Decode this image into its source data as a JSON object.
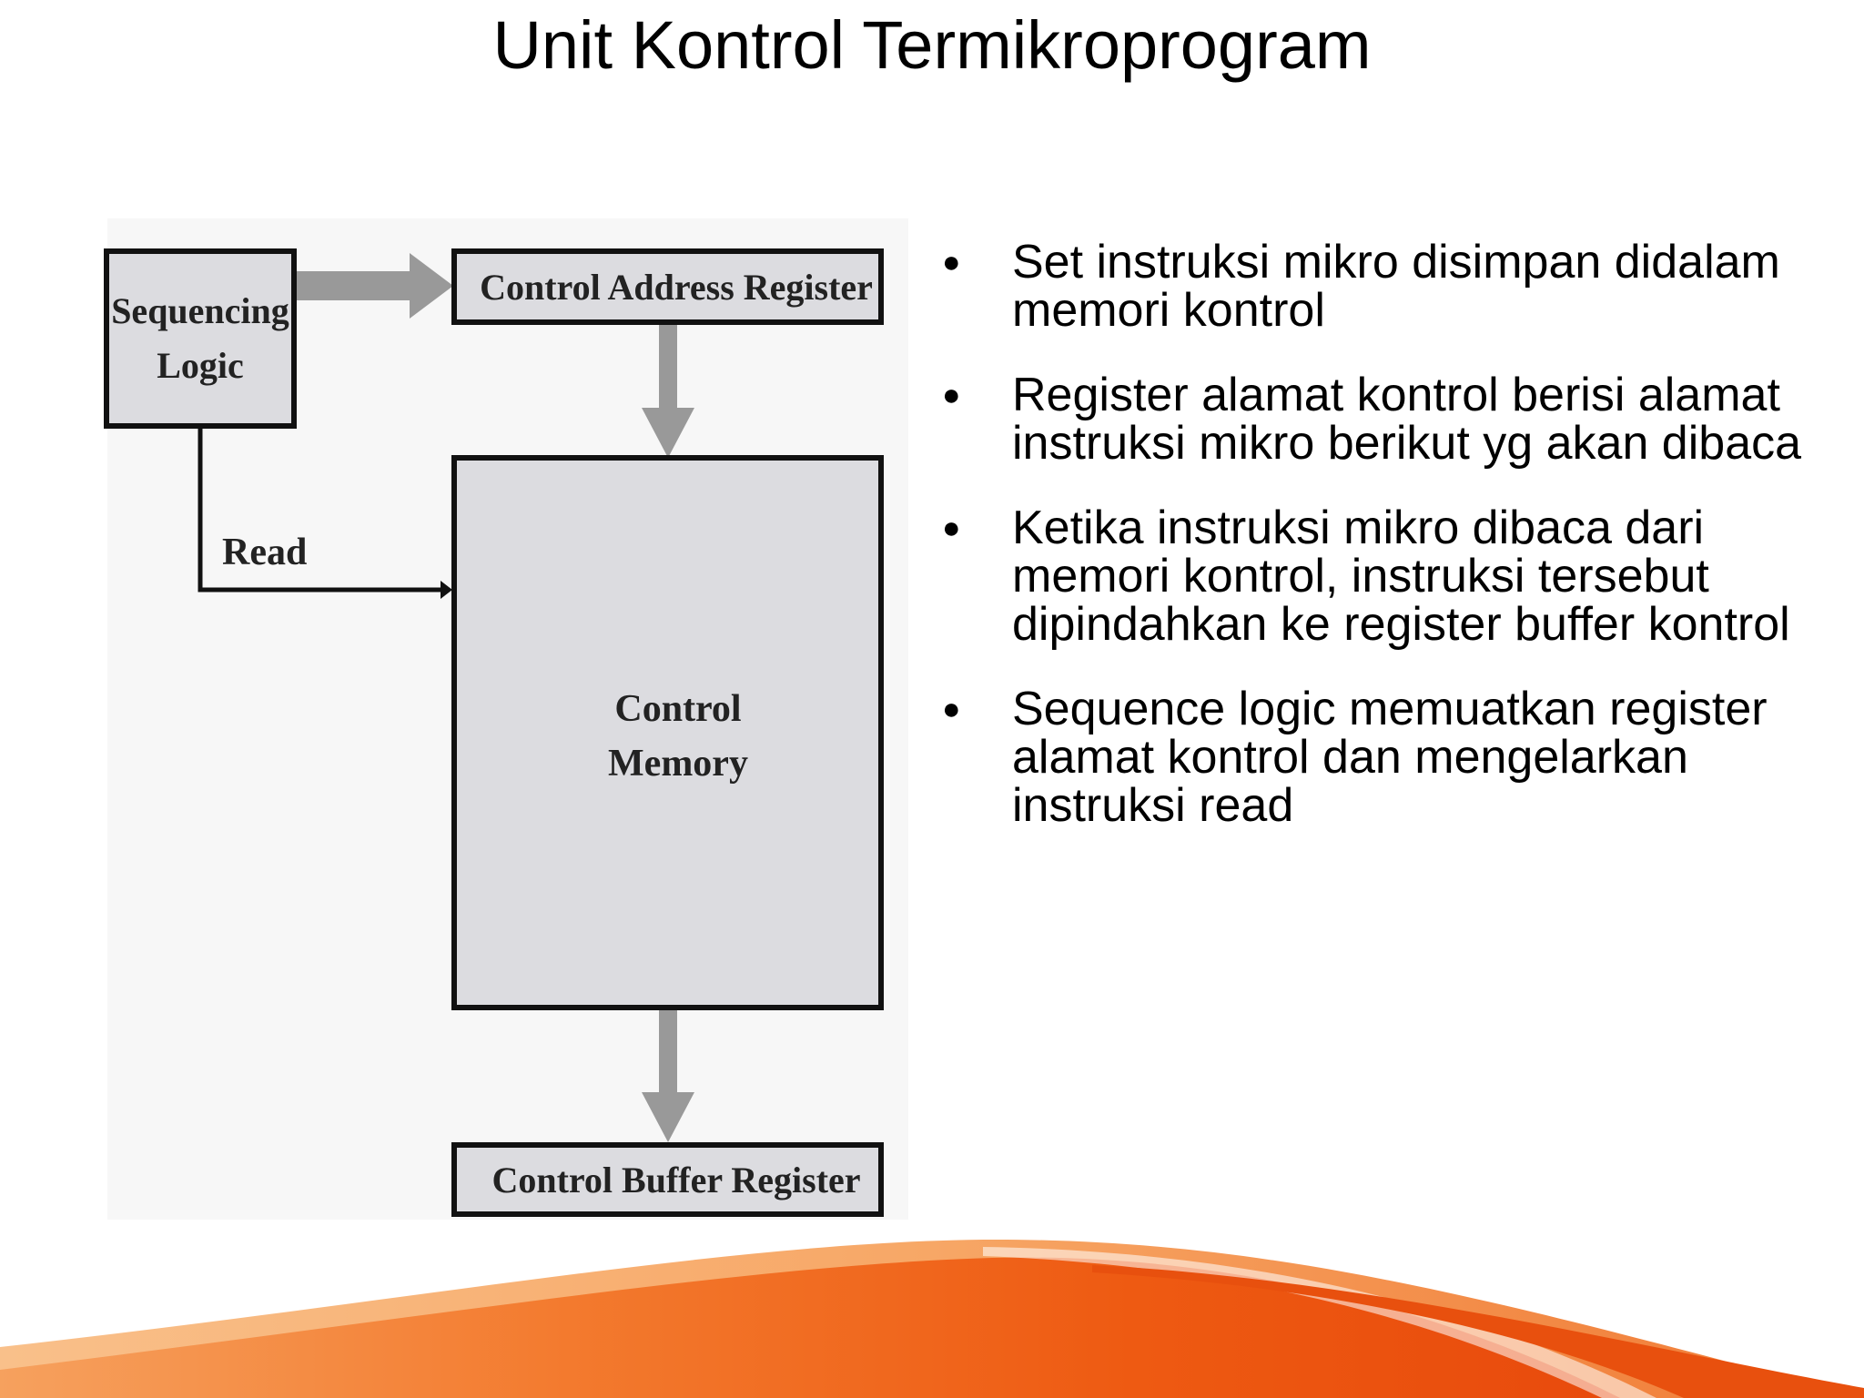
{
  "slide": {
    "title": "Unit Kontrol Termikroprogram"
  },
  "diagram": {
    "sequencing_logic_line1": "Sequencing",
    "sequencing_logic_line2": "Logic",
    "control_address_register": "Control Address Register",
    "read_label": "Read",
    "control_memory_line1": "Control",
    "control_memory_line2": "Memory",
    "control_buffer_register": "Control Buffer Register",
    "box_fill": "#dcdce0",
    "arrow_fill": "#999999"
  },
  "bullets": [
    {
      "text": "Set instruksi mikro disimpan didalam memori kontrol"
    },
    {
      "text": "Register alamat kontrol berisi alamat instruksi mikro berikut yg akan dibaca"
    },
    {
      "text": "Ketika instruksi mikro dibaca dari memori kontrol, instruksi tersebut dipindahkan ke register buffer kontrol"
    },
    {
      "text": "Sequence logic memuatkan register alamat kontrol dan mengelarkan instruksi read"
    }
  ],
  "theme": {
    "wave_orange": "#f05a14",
    "wave_light": "#f8a060"
  }
}
